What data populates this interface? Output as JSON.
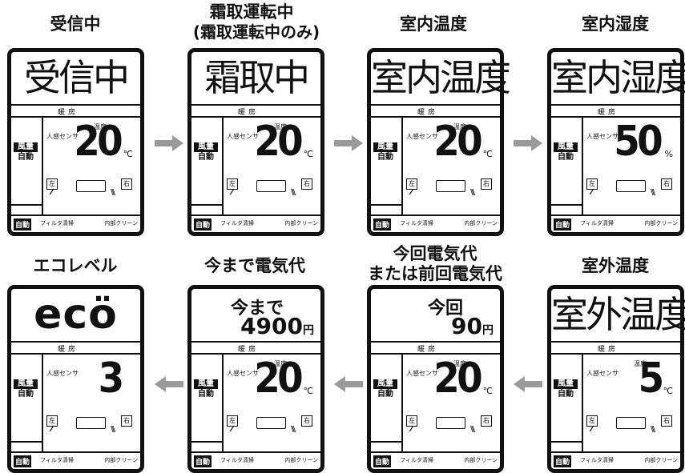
{
  "captions": [
    {
      "id": "c1",
      "text": "受信中"
    },
    {
      "id": "c2a",
      "text": "霜取運転中"
    },
    {
      "id": "c2b",
      "text": "(霜取運転中のみ)"
    },
    {
      "id": "c3",
      "text": "室内温度"
    },
    {
      "id": "c4",
      "text": "室内湿度"
    },
    {
      "id": "c5",
      "text": "エコレベル"
    },
    {
      "id": "c6",
      "text": "今まで電気代"
    },
    {
      "id": "c7a",
      "text": "今回電気代"
    },
    {
      "id": "c7b",
      "text": "または前回電気代"
    },
    {
      "id": "c8",
      "text": "室外温度"
    }
  ],
  "common": {
    "mode": "暖房",
    "fan_label": "風量",
    "fan_value": "自動",
    "human_sensor": "人感センサ",
    "temp_label": "温度",
    "left": "左",
    "right": "右",
    "auto": "自動",
    "filter": "フィルタ清掃",
    "clean": "内部クリーン"
  },
  "screens": [
    {
      "top": "受信中",
      "value": "20",
      "unit": "℃",
      "temp_label": true
    },
    {
      "top": "霜取中",
      "value": "20",
      "unit": "℃",
      "temp_label": true
    },
    {
      "top": "室内温度",
      "value": "20",
      "unit": "℃",
      "temp_label": true
    },
    {
      "top": "室内湿度",
      "value": "50",
      "unit": "%",
      "temp_label": false
    },
    {
      "top": "ecö",
      "value": "3",
      "unit": "",
      "temp_label": false
    },
    {
      "top_a": "今まで",
      "top_b": "4900",
      "top_yen": "円",
      "value": "20",
      "unit": "℃",
      "temp_label": true
    },
    {
      "top_a": "今回",
      "top_b": "90",
      "top_yen": "円",
      "value": "20",
      "unit": "℃",
      "temp_label": true
    },
    {
      "top": "室外温度",
      "value": "5",
      "unit": "℃",
      "temp_label": true
    }
  ]
}
